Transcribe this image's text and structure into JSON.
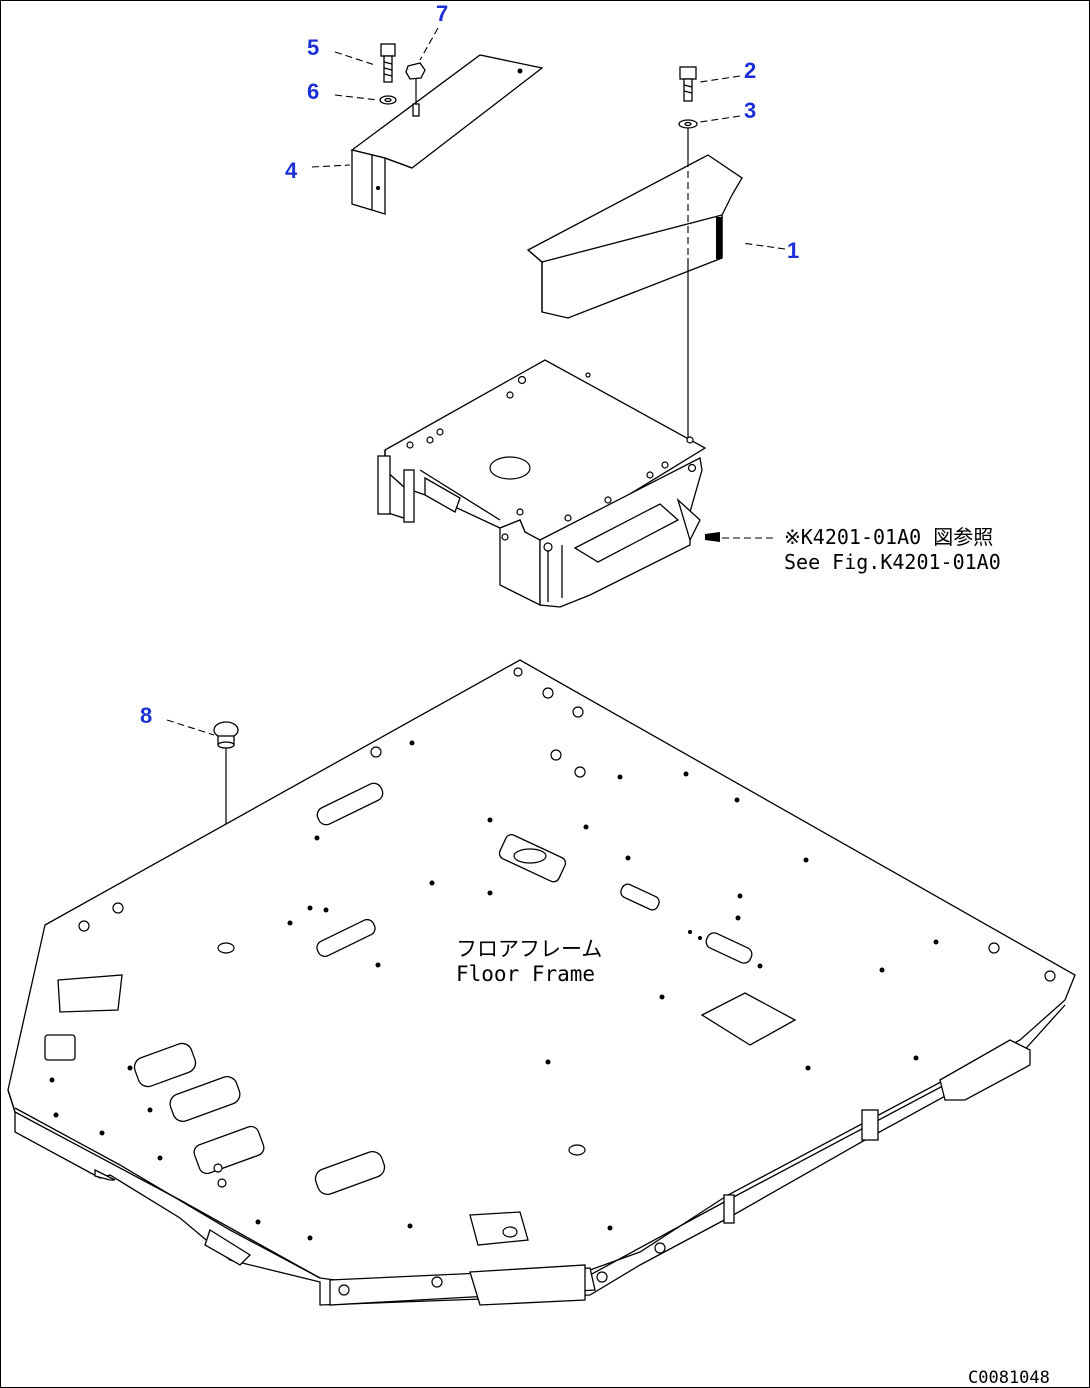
{
  "callouts": [
    {
      "id": "1",
      "label": "1"
    },
    {
      "id": "2",
      "label": "2"
    },
    {
      "id": "3",
      "label": "3"
    },
    {
      "id": "4",
      "label": "4"
    },
    {
      "id": "5",
      "label": "5"
    },
    {
      "id": "6",
      "label": "6"
    },
    {
      "id": "7",
      "label": "7"
    },
    {
      "id": "8",
      "label": "8"
    }
  ],
  "reference_note": {
    "japanese": "※K4201-01A0 図参照",
    "english": "See Fig.K4201-01A0"
  },
  "floor_frame_label": {
    "japanese": "フロアフレーム",
    "english": "Floor Frame"
  },
  "drawing_code": "C0081048",
  "colors": {
    "callout": "#1a2fd6",
    "line": "#000000",
    "background": "#ffffff"
  }
}
